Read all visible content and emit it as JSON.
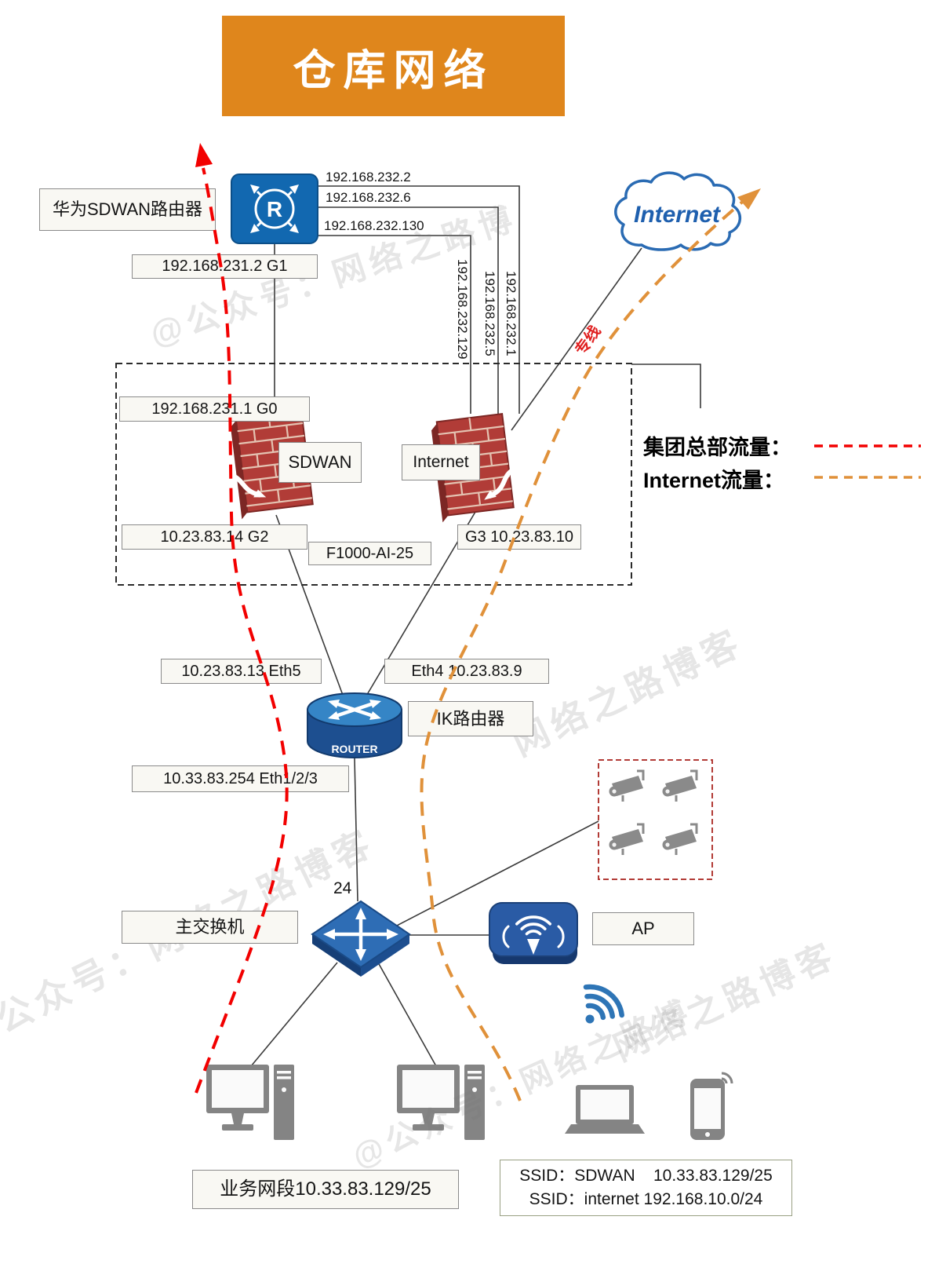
{
  "title": "仓库网络",
  "legend": {
    "hq_label": "集团总部流量：",
    "internet_label": "Internet流量：",
    "line_label": "专线"
  },
  "nodes": {
    "huawei_router_label": "华为SDWAN路由器",
    "huawei_router_glyph": "R",
    "internet_cloud": "Internet",
    "sdwan_fw": "SDWAN",
    "internet_fw": "Internet",
    "fw_model": "F1000-AI-25",
    "ik_router": "IK路由器",
    "router_text": "ROUTER",
    "main_switch": "主交换机",
    "switch_port": "24",
    "ap": "AP"
  },
  "ips": {
    "r_232_2": "192.168.232.2",
    "r_232_6": "192.168.232.6",
    "r_232_130": "192.168.232.130",
    "g1": "192.168.231.2 G1",
    "v_232_129": "192.168.232.129",
    "v_232_5": "192.168.232.5",
    "v_232_1": "192.168.232.1",
    "g0": "192.168.231.1 G0",
    "g2": "10.23.83.14  G2",
    "g3": "G3 10.23.83.10",
    "eth5": "10.23.83.13 Eth5",
    "eth4": "Eth4 10.23.83.9",
    "eth123": "10.33.83.254 Eth1/2/3"
  },
  "bottom": {
    "segment": "业务网段10.33.83.129/25",
    "ssid_sdwan": "SSID：SDWAN    10.33.83.129/25",
    "ssid_internet": "SSID：internet 192.168.10.0/24"
  },
  "watermarks": {
    "w1": "公众号：网络之路博客",
    "w2": "网络之路博客",
    "w3": "@公众号：网络之路博"
  }
}
